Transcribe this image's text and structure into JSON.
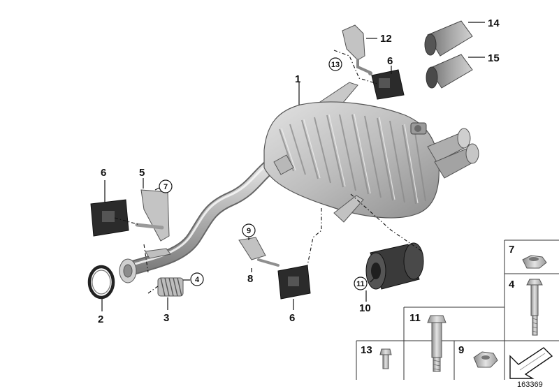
{
  "callouts": {
    "c1": "1",
    "c2": "2",
    "c3": "3",
    "c4": "4",
    "c5": "5",
    "c6a": "6",
    "c6b": "6",
    "c6c": "6",
    "c7": "7",
    "c8": "8",
    "c9": "9",
    "c10": "10",
    "c11": "11",
    "c12": "12",
    "c13": "13",
    "c14": "14",
    "c15": "15"
  },
  "legend": {
    "b7": "7",
    "b4": "4",
    "b11": "11",
    "b13": "13",
    "b9": "9"
  },
  "reference_number": "163369",
  "colors": {
    "metal_light": "#d6d6d6",
    "metal_mid": "#a8a8a8",
    "metal_dark": "#6e6e6e",
    "rubber": "#2a2a2a"
  }
}
